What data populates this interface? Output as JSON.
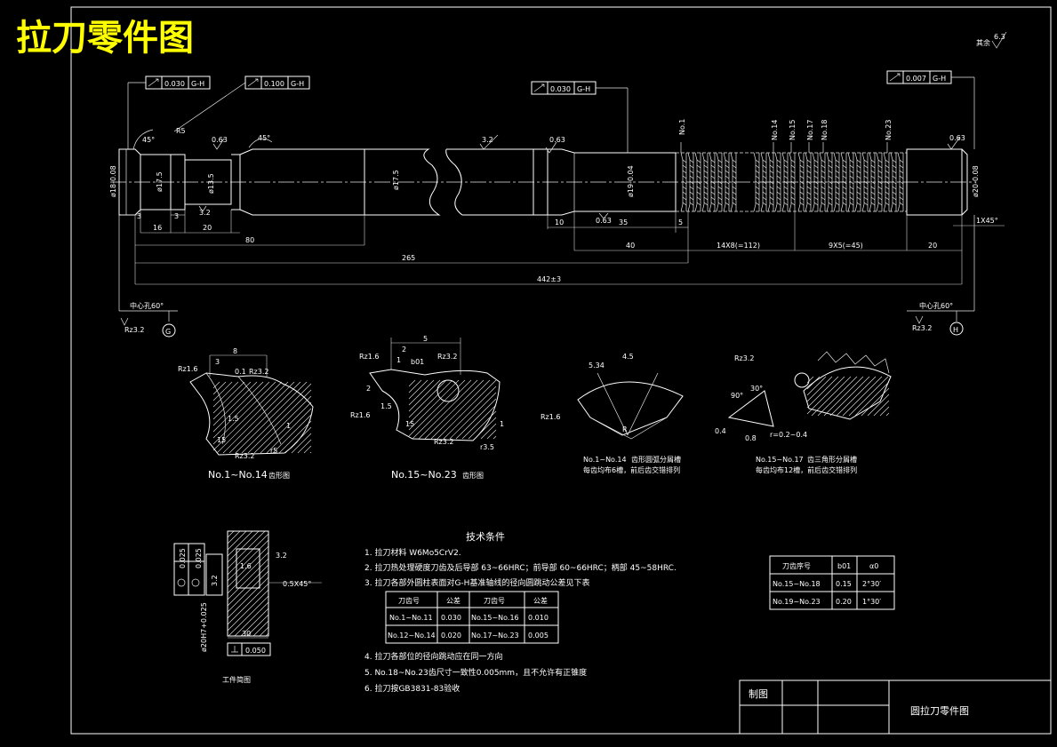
{
  "header": {
    "title": "拉刀零件图",
    "title_color": "#ffff00",
    "surface_rest": "其余",
    "surface_rest_value": "6.3"
  },
  "fcf": [
    {
      "value": "0.030",
      "datum": "G-H"
    },
    {
      "value": "0.100",
      "datum": "G-H"
    },
    {
      "value": "0.030",
      "datum": "G-H"
    },
    {
      "value": "0.007",
      "datum": "G-H"
    }
  ],
  "main_view": {
    "teeth_labels": [
      "No.1",
      "No.14",
      "No.15",
      "No.17",
      "No.18",
      "No.23"
    ],
    "diameters": [
      "ø18-0.08",
      "ø17.5",
      "ø13.5",
      "ø17.5",
      "ø19-0.04",
      "ø20-0.08"
    ],
    "angles": [
      "45°",
      "45°",
      "R5"
    ],
    "roughness": [
      "0.63",
      "0.63",
      "3.2",
      "0.63",
      "0.63",
      "3.2",
      "0.63"
    ],
    "dims": {
      "d3a": "3",
      "d3b": "3",
      "d16": "16",
      "d20": "20",
      "d80": "80",
      "d10": "10",
      "d35": "35",
      "d5": "5",
      "d40": "40",
      "d14x8": "14X8(=112)",
      "d9x5": "9X5(=45)",
      "d20b": "20",
      "d265": "265",
      "d442": "442±3",
      "chamfer": "1X45°"
    },
    "datum_g": "G",
    "datum_h": "H",
    "rz_left": "Rz3.2",
    "rz_right": "Rz3.2",
    "center_note_left": "中心孔60°",
    "center_note_right": "中心孔60°"
  },
  "details": [
    {
      "caption": "No.1~No.14",
      "caption_note": "齿形图",
      "dims": [
        "8",
        "3",
        "Rz1.6",
        "0.1",
        "Rz3.2",
        "1",
        "r5",
        "15",
        "Rz3.2",
        "1.5"
      ]
    },
    {
      "caption": "No.15~No.23",
      "caption_note": "齿形图",
      "dims": [
        "5",
        "2",
        "1",
        "b01",
        "Rz1.6",
        "Rz3.2",
        "2",
        "1.5",
        "Rz1.6",
        "15",
        "r3.5",
        "Rz3.2",
        "1"
      ]
    },
    {
      "caption": "No.1~No.14",
      "caption_note1": "齿形圆弧分屑槽",
      "caption_note2": "每齿均布6槽，前后齿交错排列",
      "dims": [
        "5.34",
        "4.5",
        "Rz1.6",
        "R"
      ]
    },
    {
      "caption": "No.15~No.17",
      "caption_note1": "齿三角形分屑槽",
      "caption_note2": "每齿均布12槽，前后齿交错排列",
      "dims": [
        "Rz3.2",
        "90°",
        "30°",
        "0.4",
        "0.8",
        "r=0.2~0.4"
      ]
    }
  ],
  "workpiece": {
    "caption": "工件简图",
    "fcf1": "0.025",
    "fcf2": "0.025",
    "fcf3": "0.050",
    "diameter": "ø20H7+0.025",
    "chamfer": "0.5X45°",
    "length": "30",
    "ra": "1.6",
    "ra2": "3.2"
  },
  "tech": {
    "title": "技术条件",
    "items": [
      "1.  拉刀材料 W6Mo5CrV2.",
      "2.  拉刀热处理硬度刀齿及后导部  63~66HRC；前导部  60~66HRC；柄部  45~58HRC.",
      "3.  拉刀各部外圆柱表面对G-H基准轴线的径向圆跳动公差见下表",
      "4.  拉刀各部位的径向跳动应在同一方向",
      "5.  No.18~No.23齿尺寸一致性0.005mm，且不允许有正锥度",
      "6.  拉刀按GB3831-83验收"
    ],
    "table": {
      "headers": [
        "刀齿号",
        "公差",
        "刀齿号",
        "公差"
      ],
      "rows": [
        [
          "No.1~No.11",
          "0.030",
          "No.15~No.16",
          "0.010"
        ],
        [
          "No.12~No.14",
          "0.020",
          "No.17~No.23",
          "0.005"
        ]
      ]
    }
  },
  "side_table": {
    "headers": [
      "刀齿序号",
      "b01",
      "α0"
    ],
    "rows": [
      [
        "No.15~No.18",
        "0.15",
        "2°30′"
      ],
      [
        "No.19~No.23",
        "0.20",
        "1°30′"
      ]
    ]
  },
  "title_block": {
    "drawn": "制图",
    "name": "圆拉刀零件图"
  }
}
